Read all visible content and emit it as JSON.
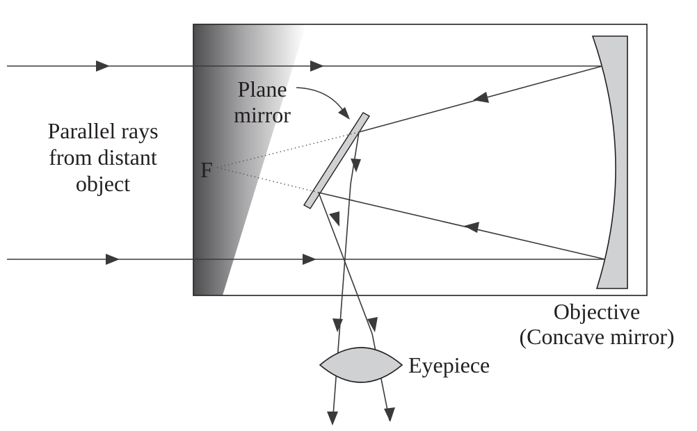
{
  "labels": {
    "incoming_rays": [
      "Parallel rays",
      "from distant",
      "object"
    ],
    "plane_mirror": [
      "Plane",
      "mirror"
    ],
    "focus": "F",
    "objective": [
      "Objective",
      "(Concave mirror)"
    ],
    "eyepiece": "Eyepiece"
  },
  "colors": {
    "ink": "#231f20",
    "ray": "#3a3a3a",
    "mirror_fill": "#d0d1d3",
    "tube_shade_dark": "#4d4d4f",
    "tube_shade_light": "#ffffff"
  }
}
